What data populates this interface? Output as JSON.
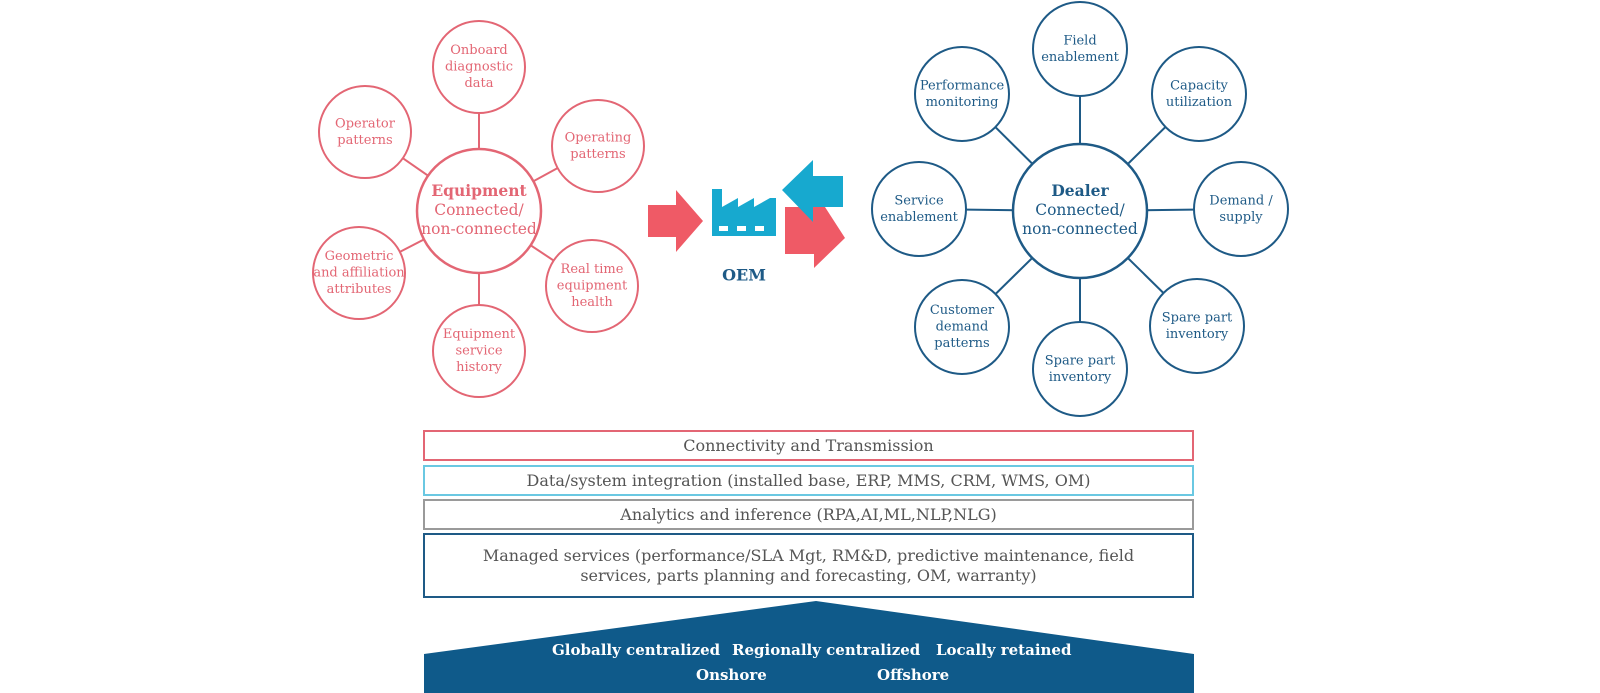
{
  "colors": {
    "equipment": "#e36674",
    "dealer": "#1e5a86",
    "factory": "#17a9cf",
    "arrow_red": "#ef5a66",
    "arrow_blue": "#17a9cf",
    "base": "#0f5a8a"
  },
  "equipment_cluster": {
    "center": {
      "title": "Equipment",
      "lines": [
        "Connected/",
        "non-connected"
      ]
    },
    "satellites": [
      {
        "lines": [
          "Onboard",
          "diagnostic",
          "data"
        ]
      },
      {
        "lines": [
          "Operating",
          "patterns"
        ]
      },
      {
        "lines": [
          "Real time",
          "equipment",
          "health"
        ]
      },
      {
        "lines": [
          "Equipment",
          "service",
          "history"
        ]
      },
      {
        "lines": [
          "Geometric",
          "and affiliation",
          "attributes"
        ]
      },
      {
        "lines": [
          "Operator",
          "patterns"
        ]
      }
    ]
  },
  "oem": {
    "label": "OEM",
    "icon": "factory-icon"
  },
  "dealer_cluster": {
    "center": {
      "title": "Dealer",
      "lines": [
        "Connected/",
        "non-connected"
      ]
    },
    "satellites": [
      {
        "lines": [
          "Field",
          "enablement"
        ]
      },
      {
        "lines": [
          "Capacity",
          "utilization"
        ]
      },
      {
        "lines": [
          "Demand /",
          "supply"
        ]
      },
      {
        "lines": [
          "Spare part",
          "inventory"
        ]
      },
      {
        "lines": [
          "Spare part",
          "inventory"
        ]
      },
      {
        "lines": [
          "Customer",
          "demand",
          "patterns"
        ]
      },
      {
        "lines": [
          "Service",
          "enablement"
        ]
      },
      {
        "lines": [
          "Performance",
          "monitoring"
        ]
      }
    ]
  },
  "layers": [
    "Connectivity and Transmission",
    "Data/system integration (installed base, ERP, MMS, CRM, WMS, OM)",
    "Analytics and inference (RPA,AI,ML,NLP,NLG)",
    "Managed services (performance/SLA Mgt, RM&D, predictive maintenance, field services, parts planning and forecasting, OM, warranty)"
  ],
  "footer": {
    "row1": [
      "Globally centralized",
      "Regionally  centralized",
      "Locally retained"
    ],
    "row2": [
      "Onshore",
      "Offshore"
    ]
  }
}
